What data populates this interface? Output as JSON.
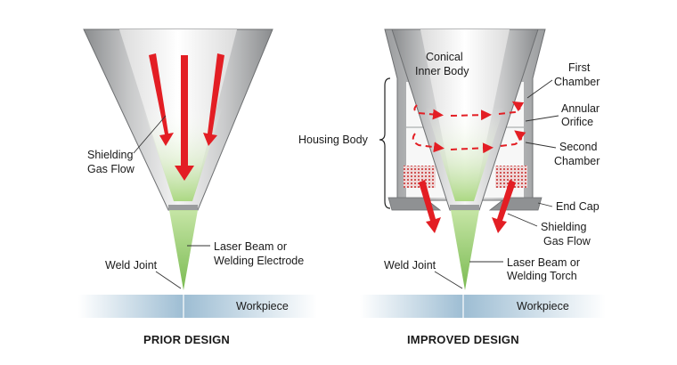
{
  "prior": {
    "caption": "PRIOR DESIGN",
    "labels": {
      "shielding_1": "Shielding",
      "shielding_2": "Gas Flow",
      "beam_1": "Laser Beam or",
      "beam_2": "Welding Electrode",
      "weld_joint": "Weld Joint",
      "workpiece": "Workpiece"
    }
  },
  "improved": {
    "caption": "IMPROVED DESIGN",
    "labels": {
      "inner_1": "Conical",
      "inner_2": "Inner Body",
      "housing": "Housing Body",
      "first_1": "First",
      "first_2": "Chamber",
      "annular_1": "Annular",
      "annular_2": "Orifice",
      "second_1": "Second",
      "second_2": "Chamber",
      "end_cap": "End Cap",
      "shielding_1": "Shielding",
      "shielding_2": "Gas Flow",
      "beam_1": "Laser Beam or",
      "beam_2": "Welding Torch",
      "weld_joint": "Weld Joint",
      "workpiece": "Workpiece"
    }
  },
  "colors": {
    "arrow": "#e31e24",
    "beam": "#7dc242",
    "metal_dark": "#8c8e90",
    "metal_light": "#f2f2f2",
    "workpiece": "#9dbdd3"
  }
}
